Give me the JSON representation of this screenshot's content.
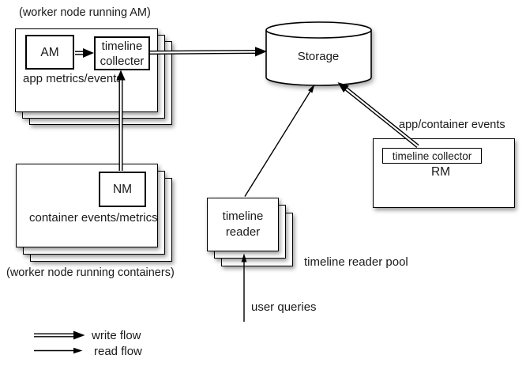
{
  "diagram": {
    "worker_am": {
      "caption": "(worker node running AM)",
      "am": "AM",
      "collector": "timeline collecter",
      "metrics_label": "app metrics/events"
    },
    "storage": {
      "label": "Storage"
    },
    "rm": {
      "events_label": "app/container events",
      "collector": "timeline collector",
      "label": "RM"
    },
    "worker_nm": {
      "nm": "NM",
      "metrics_label": "container events/metrics",
      "caption": "(worker node running containers)"
    },
    "reader": {
      "box_label": "timeline reader",
      "pool_label": "timeline reader pool",
      "queries_label": "user queries"
    },
    "legend": {
      "write": "write flow",
      "read": "read flow"
    },
    "colors": {
      "stroke": "#000000",
      "text": "#1a1a1a",
      "fill": "#ffffff"
    }
  }
}
